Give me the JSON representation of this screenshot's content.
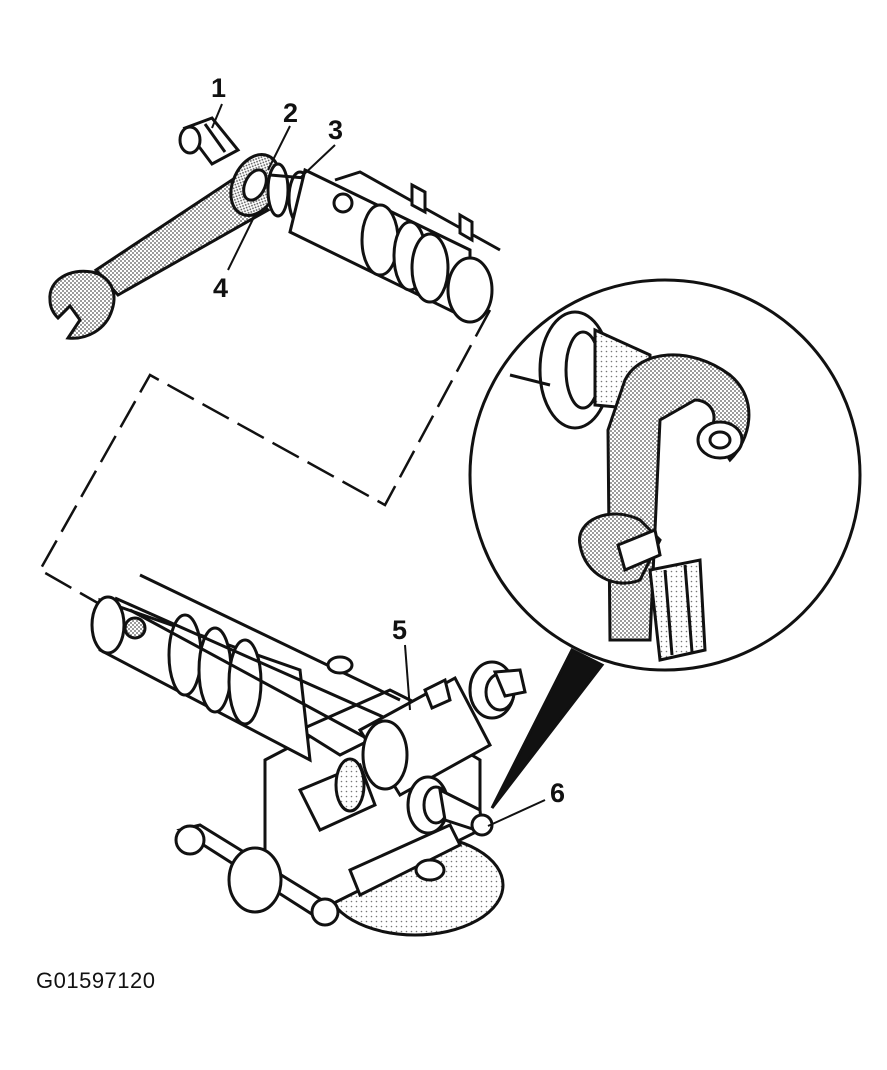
{
  "callouts": {
    "c1": "1",
    "c2": "2",
    "c3": "3",
    "c4": "4",
    "c5": "5",
    "c6": "6"
  },
  "figure_id": "G01597120",
  "colors": {
    "ink": "#111111",
    "paper": "#ffffff",
    "stipple": "#8a8a8a"
  }
}
